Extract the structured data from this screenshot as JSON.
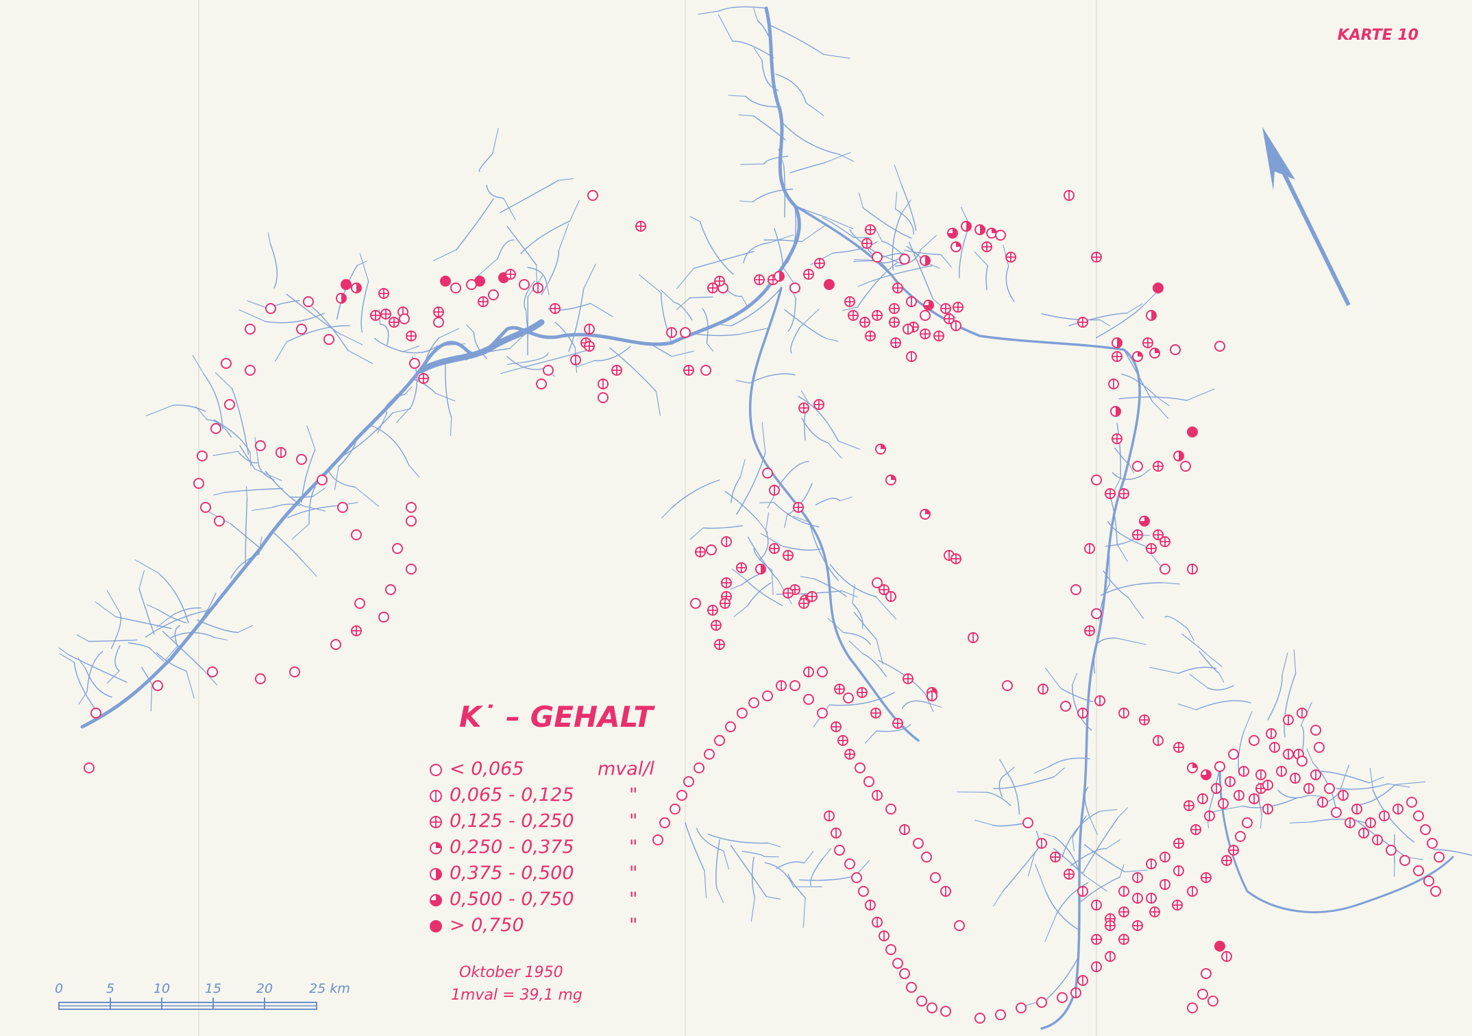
{
  "map": {
    "sheet_label": "KARTE 10",
    "title": "K˙ – GEHALT",
    "date": "Oktober 1950",
    "conversion": "1mval = 39,1 mg",
    "colors": {
      "paper": "#f6f6ef",
      "river": "#7f9fd4",
      "symbol": "#e8306e",
      "scale": "#6b8fc8"
    },
    "legend": [
      {
        "symbol": "empty-circle",
        "range": "< 0,065",
        "unit": "mval/l"
      },
      {
        "symbol": "vertical-line-circle",
        "range": "0,065 - 0,125",
        "unit": "\""
      },
      {
        "symbol": "cross-circle",
        "range": "0,125 - 0,250",
        "unit": "\""
      },
      {
        "symbol": "quarter-filled-circle",
        "range": "0,250 - 0,375",
        "unit": "\""
      },
      {
        "symbol": "half-filled-circle",
        "range": "0,375 - 0,500",
        "unit": "\""
      },
      {
        "symbol": "three-quarter-filled-circle",
        "range": "0,500 - 0,750",
        "unit": "\""
      },
      {
        "symbol": "filled-circle",
        "range": "> 0,750",
        "unit": "\""
      }
    ],
    "scale_bar": {
      "labels": [
        "0",
        "5",
        "10",
        "15",
        "20",
        "25 km"
      ]
    },
    "north_arrow": "north-arrow-icon"
  }
}
